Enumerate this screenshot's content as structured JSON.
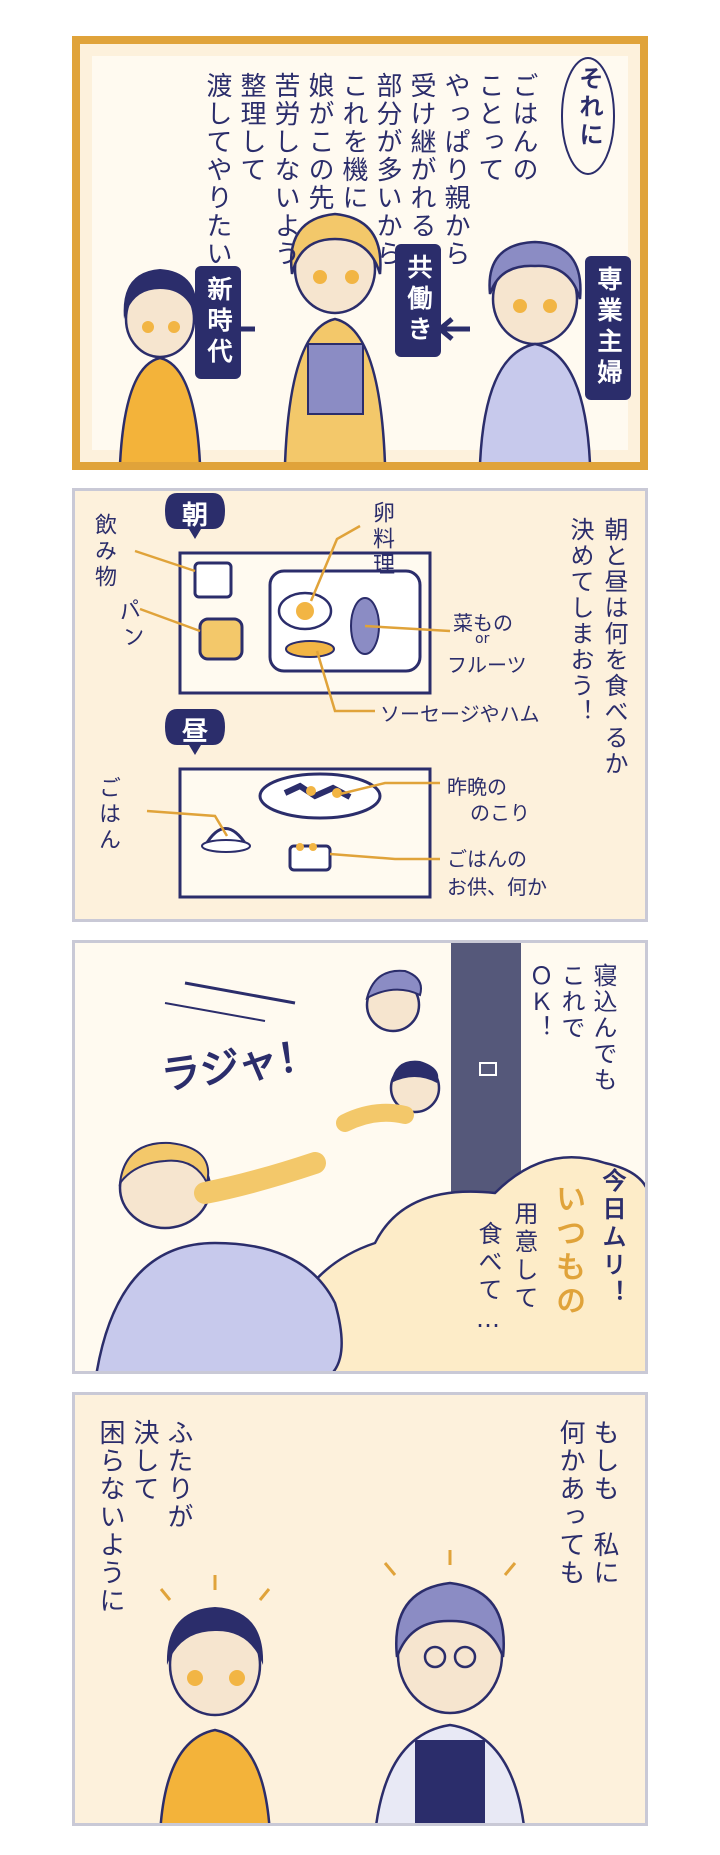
{
  "panel1": {
    "aside": "それに",
    "narration": "ごはんの\nことって\nやっぱり親から\n受け継がれる\n部分が多いから\nこれを機に\n娘がこの先\n苦労しないよう\n整理して\n渡してやりたい",
    "tags": {
      "homemaker": "専業主婦",
      "dual_income": "共働き",
      "new_era": "新時代"
    }
  },
  "panel2": {
    "narration": "朝と昼は何を食べるか\n決めてしまおう！",
    "morning": {
      "title": "朝",
      "drink": "飲み物",
      "bread": "パン",
      "egg": "卵料理",
      "greens_line1": "菜もの",
      "greens_or": "or",
      "greens_line2": "フルーツ",
      "sausage": "ソーセージやハム"
    },
    "noon": {
      "title": "昼",
      "rice": "ごはん",
      "leftover_line1": "昨晩の",
      "leftover_line2": "のこり",
      "side_line1": "ごはんの",
      "side_line2": "お供、何か"
    }
  },
  "panel3": {
    "narration": "寝込んでも\nこれで\nＯＫ！",
    "sfx": "ラジャ！",
    "bubble_line1": "今日ムリ！",
    "bubble_line2": "いつもの",
    "bubble_line3": "用意して",
    "bubble_line4": "食べて…"
  },
  "panel4": {
    "narration_right": "もしも　私に\n何かあっても",
    "narration_left": "ふたりが\n決して\n困らないように"
  },
  "colors": {
    "ink": "#2b2d6b",
    "accent": "#e0a33a",
    "paper": "#fdf1dc",
    "frame": "#c9c9d6"
  }
}
